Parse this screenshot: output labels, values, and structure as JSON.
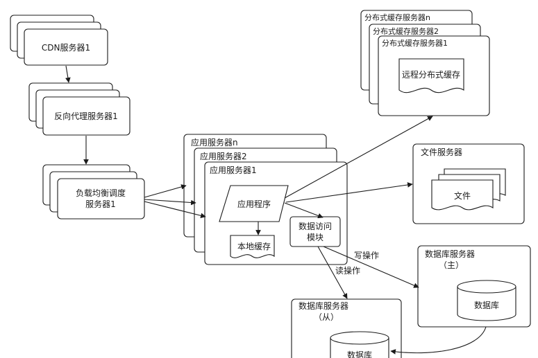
{
  "diagram": {
    "cdn": {
      "label": "CDN服务器1"
    },
    "reverse_proxy": {
      "label": "反向代理服务器1"
    },
    "load_balancer": {
      "line1": "负载均衡调度",
      "line2": "服务器1"
    },
    "app_servers": {
      "back_title": "应用服务器n",
      "middle_title": "应用服务器2",
      "front_title": "应用服务器1"
    },
    "app_program": {
      "label": "应用程序"
    },
    "local_cache": {
      "label": "本地缓存"
    },
    "data_access": {
      "line1": "数据访问",
      "line2": "模块"
    },
    "dist_cache": {
      "back_title": "分布式缓存服务器n",
      "middle_title": "分布式缓存服务器2",
      "front_title": "分布式缓存服务器1",
      "doc_label": "远程分布式缓存"
    },
    "file_server": {
      "title": "文件服务器",
      "doc_label": "文件"
    },
    "db_master": {
      "title": "数据库服务器",
      "subtitle": "（主）",
      "db_label": "数据库"
    },
    "db_slave": {
      "title": "数据库服务器",
      "subtitle": "（从）",
      "db_label": "数据库"
    },
    "edges": {
      "write_label": "写操作",
      "read_label": "读操作"
    }
  }
}
